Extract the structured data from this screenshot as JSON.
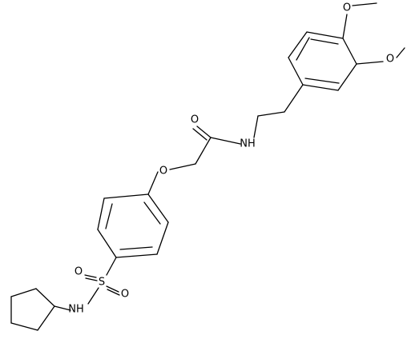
{
  "molecule": {
    "atom_labels": {
      "methoxy_top": "O",
      "methoxy_right": "O",
      "carbonyl_oxygen": "O",
      "amide_nitrogen": "NH",
      "ether_oxygen": "O",
      "sulfur": "S",
      "sulfonyl_oxygen_left": "O",
      "sulfonyl_oxygen_right": "O",
      "sulfonamide_nitrogen": "NH"
    }
  },
  "colors": {
    "bond": "#000000",
    "label": "#000000",
    "background": "#ffffff"
  }
}
